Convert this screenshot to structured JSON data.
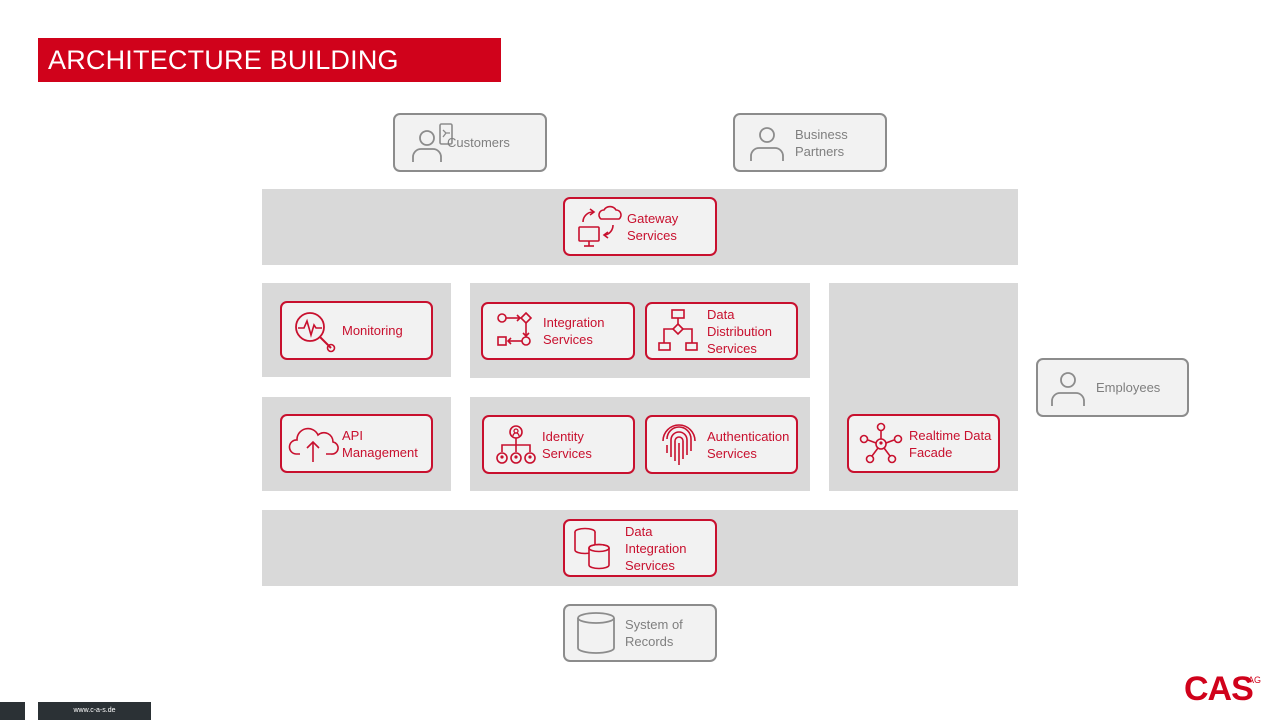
{
  "title": "ARCHITECTURE BUILDING BLOCKS",
  "actors": {
    "customers": "Customers",
    "business_partners": "Business\nPartners",
    "employees": "Employees"
  },
  "blocks": {
    "gateway": "Gateway\nServices",
    "monitoring": "Monitoring",
    "integration": "Integration\nServices",
    "data_distribution": "Data\nDistribution\nServices",
    "api_management": "API\nManagement",
    "identity": "Identity\nServices",
    "authentication": "Authentication\nServices",
    "realtime": "Realtime Data\nFacade",
    "data_integration": "Data\nIntegration\nServices",
    "system_of_records": "System of\nRecords"
  },
  "footer": {
    "url": "www.c-a-s.de",
    "logo_text": "CAS",
    "logo_sup": "AG"
  },
  "colors": {
    "accent": "#c8102e",
    "panel": "#d9d9d9",
    "box": "#f2f2f2",
    "grey_border": "#8c8c8c"
  }
}
